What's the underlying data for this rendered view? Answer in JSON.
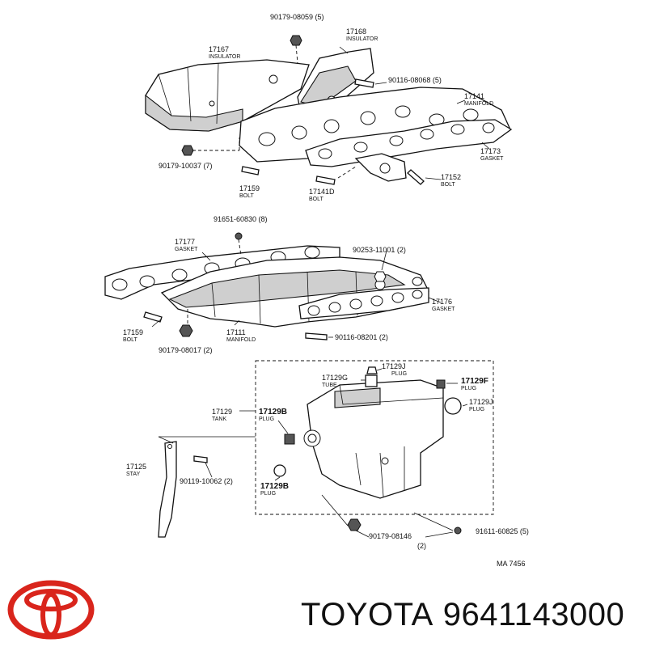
{
  "diagram_code": "MA 7456",
  "brand": {
    "name": "TOYOTA",
    "part_number": "9641143000"
  },
  "callouts": [
    {
      "num": "90179-08059 (5)",
      "desc": ""
    },
    {
      "num": "17168",
      "desc": "INSULATOR"
    },
    {
      "num": "17167",
      "desc": "INSULATOR"
    },
    {
      "num": "90116-08068 (5)",
      "desc": ""
    },
    {
      "num": "17141",
      "desc": "MANIFOLD"
    },
    {
      "num": "17173",
      "desc": "GASKET"
    },
    {
      "num": "90179-10037 (7)",
      "desc": ""
    },
    {
      "num": "17159",
      "desc": "BOLT"
    },
    {
      "num": "17141D",
      "desc": "BOLT"
    },
    {
      "num": "17152",
      "desc": "BOLT"
    },
    {
      "num": "91651-60830 (8)",
      "desc": ""
    },
    {
      "num": "17177",
      "desc": "GASKET"
    },
    {
      "num": "90253-11001 (2)",
      "desc": ""
    },
    {
      "num": "17176",
      "desc": "GASKET"
    },
    {
      "num": "17159",
      "desc": "BOLT"
    },
    {
      "num": "17111",
      "desc": "MANIFOLD"
    },
    {
      "num": "90116-08201 (2)",
      "desc": ""
    },
    {
      "num": "90179-08017 (2)",
      "desc": ""
    },
    {
      "num": "17129J",
      "desc": "PLUG"
    },
    {
      "num": "17129G",
      "desc": "TUBE"
    },
    {
      "num": "17129F",
      "desc": "PLUG"
    },
    {
      "num": "17129J",
      "desc": "PLUG"
    },
    {
      "num": "17129",
      "desc": "TANK"
    },
    {
      "num": "17129B",
      "desc": "PLUG"
    },
    {
      "num": "17125",
      "desc": "STAY"
    },
    {
      "num": "90119-10062 (2)",
      "desc": ""
    },
    {
      "num": "17129B",
      "desc": "PLUG"
    },
    {
      "num": "90179-08146",
      "desc": "(2)"
    },
    {
      "num": "91611-60825 (5)",
      "desc": ""
    }
  ]
}
